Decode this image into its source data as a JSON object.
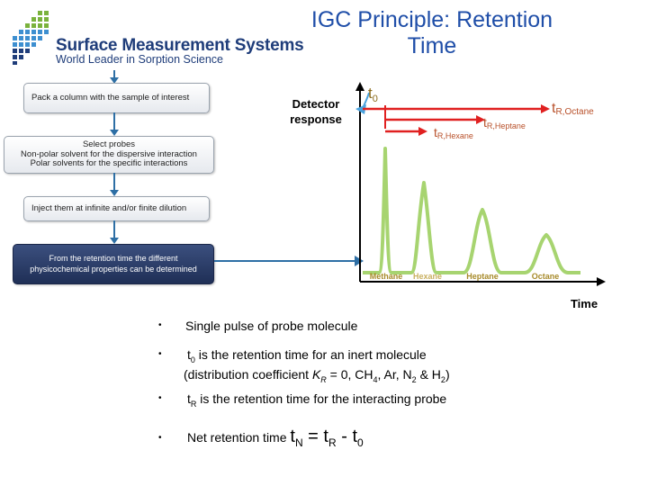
{
  "logo": {
    "name": "Surface Measurement Systems",
    "tagline": "World Leader in Sorption Science",
    "color": "#1f3d7a",
    "accent": "#7ab23c"
  },
  "title": {
    "line1": "IGC Principle: Retention",
    "line2": "Time",
    "color": "#1f4ea8"
  },
  "flow": {
    "step1": "Pack a column with the sample of interest",
    "step2_line1": "Select probes",
    "step2_line2": "Non-polar solvent for the dispersive interaction",
    "step2_line3": "Polar solvents for the specific interactions",
    "step3": "Inject them at infinite and/or finite dilution",
    "step4_line1": "From the retention time the different",
    "step4_line2": "physicochemical properties can be determined"
  },
  "chart": {
    "ylabel_line1": "Detector",
    "ylabel_line2": "response",
    "xlabel": "Time",
    "t0_base": "t",
    "t0_sub": "0",
    "tr_octane_base": "t",
    "tr_octane_sub": "R,Octane",
    "tr_heptane_base": "t",
    "tr_heptane_sub": "R,Heptane",
    "tr_hexane_base": "t",
    "tr_hexane_sub": "R,Hexane",
    "peaks": [
      "Methane",
      "Hexane",
      "Heptane",
      "Octane"
    ],
    "colors": {
      "peak": "#a7d470",
      "retention_arrow": "#e02020",
      "t0_arrow": "#4aa3df",
      "peak_label": "#a78a2a"
    }
  },
  "bullets": {
    "b1": "Single pulse of probe molecule",
    "b2_t": "t",
    "b2_sub": "0",
    "b2_rest": " is the retention time for an inert molecule",
    "b2_line2_pre": "(distribution coefficient ",
    "b2_K": "K",
    "b2_Ksub": "R",
    "b2_mid": " = 0, CH",
    "b2_sub4": "4",
    "b2_mid2": ", Ar, N",
    "b2_sub2a": "2",
    "b2_mid3": " & H",
    "b2_sub2b": "2",
    "b2_end": ")",
    "b3_t": "t",
    "b3_sub": "R",
    "b3_rest": " is the retention time for the interacting probe",
    "b4_pre": "Net retention time ",
    "b4_tN": "t",
    "b4_tNsub": "N",
    "b4_eq": " = ",
    "b4_tR": "t",
    "b4_tRsub": "R",
    "b4_minus": " - ",
    "b4_t0": "t",
    "b4_t0sub": "0",
    "marker": "•"
  }
}
